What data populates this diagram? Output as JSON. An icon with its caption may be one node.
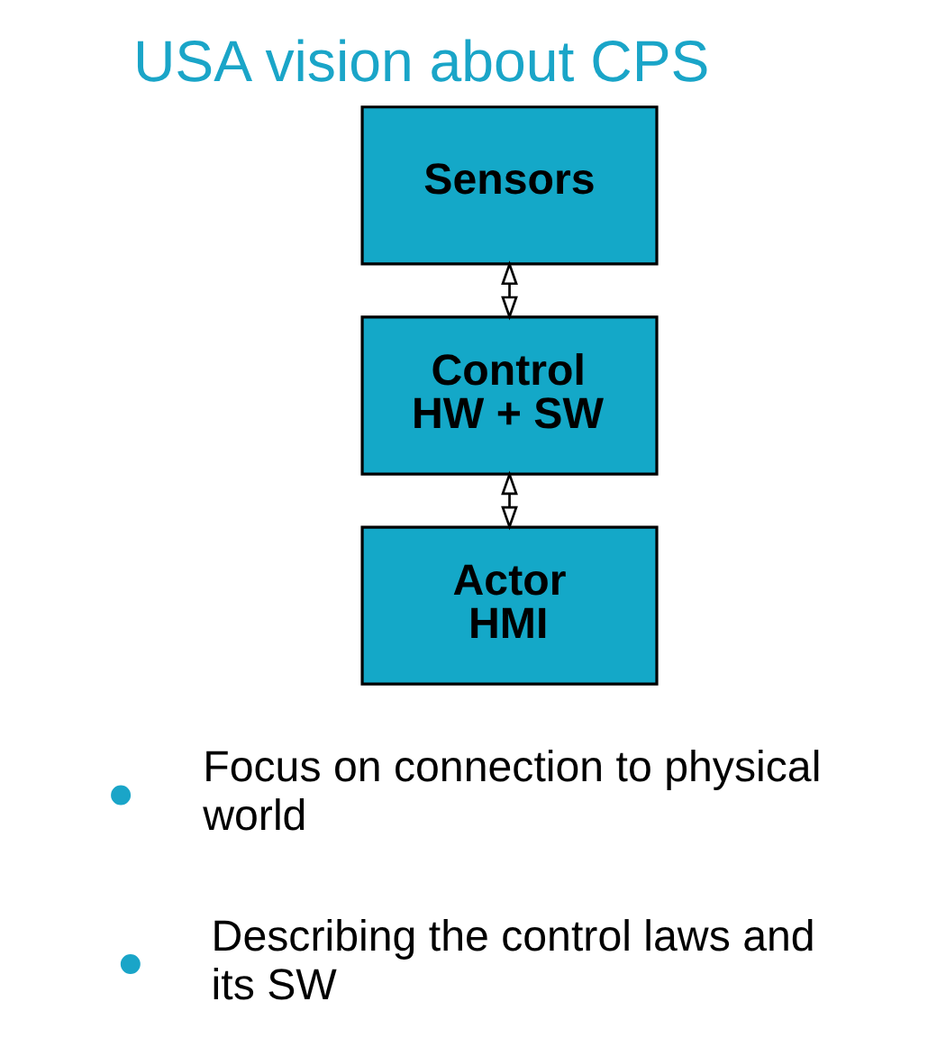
{
  "diagram": {
    "title": "USA vision about CPS",
    "nodes": [
      {
        "text": [
          "Sensors"
        ]
      },
      {
        "text": [
          "Control HW + SW"
        ]
      },
      {
        "text": [
          "Actor HMI"
        ]
      }
    ],
    "edges": [
      {
        "from": 0,
        "to": 1,
        "arrow": "both"
      },
      {
        "from": 1,
        "to": 2,
        "arrow": "both"
      }
    ],
    "labels": [
      "Focus on connection to physical world",
      "Describing the control laws and its SW"
    ]
  }
}
